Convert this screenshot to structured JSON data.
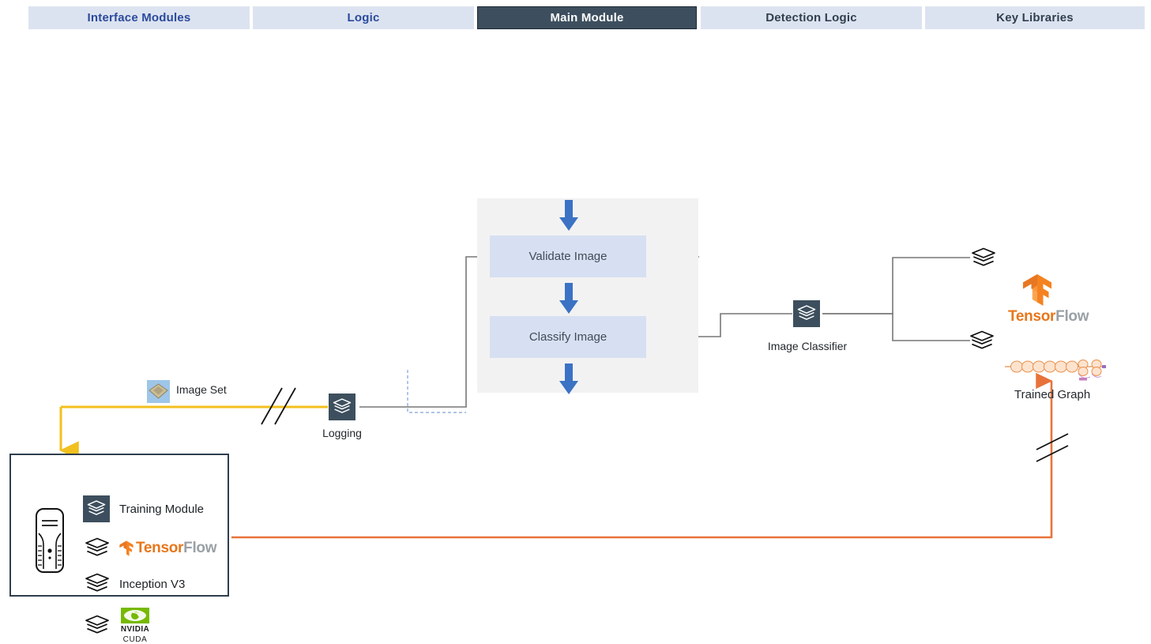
{
  "tabs": [
    {
      "label": "Interface Modules",
      "state": "inactive",
      "style": "blue"
    },
    {
      "label": "Logic",
      "state": "inactive",
      "style": "blue"
    },
    {
      "label": "Main Module",
      "state": "active",
      "style": "dark"
    },
    {
      "label": "Detection Logic",
      "state": "inactive",
      "style": "slate"
    },
    {
      "label": "Key Libraries",
      "state": "inactive",
      "style": "slate"
    }
  ],
  "colors": {
    "tab_inactive_bg": "#dce3f0",
    "tab_active_bg": "#3d4f5e",
    "tab_blue_text": "#2a4a9c",
    "tab_slate_text": "#31404f",
    "panel_bg": "#f2f2f2",
    "process_box_bg": "#d7e0f2",
    "arrow_blue": "#3b72c4",
    "node_dark": "#3d4f5e",
    "wire_gray": "#777777",
    "wire_yellow": "#f2c01e",
    "wire_orange": "#e8733a",
    "divider_blue": "#3a64c8",
    "tensorflow_orange": "#e8761a",
    "nvidia_green": "#76b900"
  },
  "flow": {
    "steps": [
      {
        "label": "Validate Image"
      },
      {
        "label": "Classify Image"
      }
    ],
    "arrow_icon": "down-arrow-icon"
  },
  "nodes": {
    "logging": {
      "label": "Logging",
      "icon": "stack-layers-icon"
    },
    "image_classifier": {
      "label": "Image Classifier",
      "icon": "stack-layers-icon"
    },
    "image_set": {
      "label": "Image Set",
      "icon": "image-set-icon"
    },
    "tensorflow_lib": {
      "label": "TensorFlow",
      "icon": "stack-layers-outline-icon",
      "logo": "tensorflow-logo"
    },
    "trained_graph": {
      "label": "Trained Graph",
      "icon": "stack-layers-outline-icon",
      "logo": "neural-graph-icon"
    }
  },
  "training_module": {
    "server_icon": "server-tower-icon",
    "rows": [
      {
        "label": "Training Module",
        "icon": "stack-layers-icon",
        "icon_style": "filled"
      },
      {
        "label": "TensorFlow",
        "icon": "stack-layers-outline-icon",
        "icon_style": "outline",
        "logo": "tensorflow-logo"
      },
      {
        "label": "Inception V3",
        "icon": "stack-layers-outline-icon",
        "icon_style": "outline"
      },
      {
        "label": "CUDA",
        "brand": "NVIDIA",
        "icon": "stack-layers-outline-icon",
        "icon_style": "outline",
        "logo": "nvidia-cuda-logo"
      }
    ]
  },
  "tensorflow_wordmark": {
    "part_a": "Tensor",
    "part_b": "Flow"
  },
  "connectors": [
    {
      "name": "image-set-to-logging",
      "color": "#f2c01e",
      "break": true
    },
    {
      "name": "logging-to-validate-image",
      "color": "#777777"
    },
    {
      "name": "classify-image-to-image-classifier",
      "color": "#777777"
    },
    {
      "name": "image-classifier-to-tensorflow",
      "color": "#777777"
    },
    {
      "name": "image-classifier-to-trained-graph",
      "color": "#777777"
    },
    {
      "name": "trained-graph-to-training-module",
      "color": "#e8733a",
      "break": true
    },
    {
      "name": "training-module-feed",
      "color": "#f2c01e"
    }
  ]
}
